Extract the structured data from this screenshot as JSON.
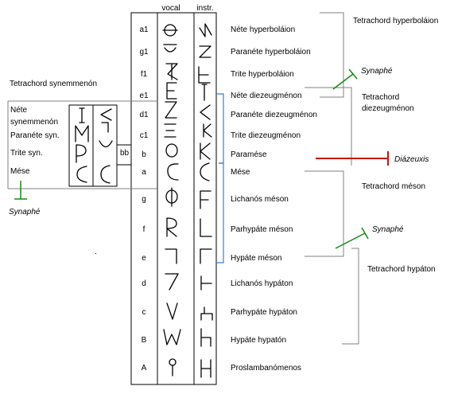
{
  "headers": {
    "vocal": "vocal",
    "instr": "instr."
  },
  "rows": [
    {
      "pitch": "a1",
      "name": "Néte hyperboláion"
    },
    {
      "pitch": "g1",
      "name": "Paranéte hyperboláion"
    },
    {
      "pitch": "f1",
      "name": "Trite hyperboláion"
    },
    {
      "pitch": "e1",
      "name": "Néte diezeugménon"
    },
    {
      "pitch": "d1",
      "name": "Paranéte diezeugménon"
    },
    {
      "pitch": "c1",
      "name": "Trite diezeugménon"
    },
    {
      "pitch": "b",
      "name": "Paramése"
    },
    {
      "pitch": "a",
      "name": "Mése"
    },
    {
      "pitch": "g",
      "name": "Lichanós méson"
    },
    {
      "pitch": "f",
      "name": "Parhypáte méson"
    },
    {
      "pitch": "e",
      "name": "Hypáte méson"
    },
    {
      "pitch": "d",
      "name": "Lichanós hypáton"
    },
    {
      "pitch": "c",
      "name": "Parhypáte hypáton"
    },
    {
      "pitch": "B",
      "name": "Hypáte hypatón"
    },
    {
      "pitch": "A",
      "name": "Proslambanómenos"
    }
  ],
  "synemmenon": {
    "title": "Tetrachord synemmenón",
    "bb": "bb",
    "labels": [
      "Néte",
      "synemmenón",
      "Paranéte syn.",
      "Trite syn.",
      "Mése"
    ]
  },
  "tetrachords": {
    "hyperbolaion": "Tetrachord hyperboláion",
    "diezeugmenon_1": "Tetrachord",
    "diezeugmenon_2": "diezeugménon",
    "meson": "Tetrachord méson",
    "hypaton": "Tetrachord hypáton"
  },
  "notes": {
    "synaphe_top": "Synaphé",
    "diazeuxis": "Diázeuxis",
    "synaphe_mid": "Synaphé",
    "synaphe_left": "Synaphé"
  },
  "colors": {
    "line": "#000000",
    "grid": "#808080",
    "green": "#138a13",
    "red": "#cc1111",
    "blue": "#3a7fd0"
  }
}
